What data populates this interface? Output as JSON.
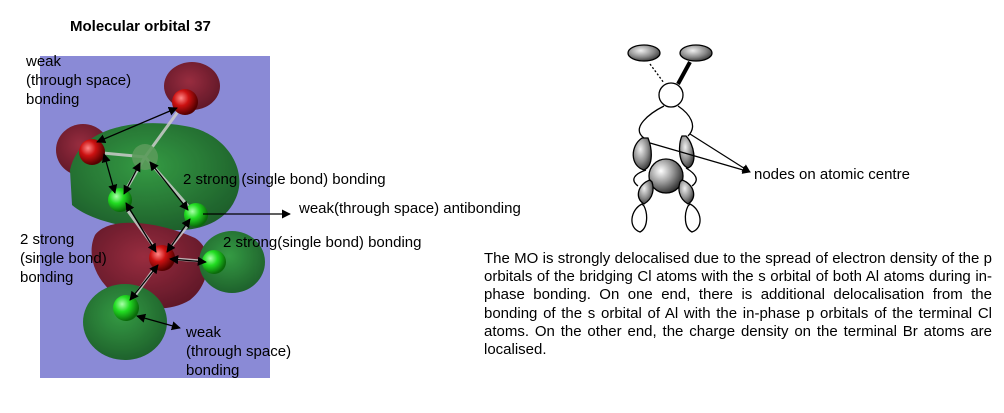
{
  "title": "Molecular orbital 37",
  "labels": {
    "weak_top": "weak\n(through space)\nbonding",
    "strong_single_1": "2 strong (single bond) bonding",
    "weak_antibonding": "weak(through space) antibonding",
    "strong_left": "2 strong\n(single bond)\nbonding",
    "strong_single_2": "2 strong(single bond) bonding",
    "weak_bottom": "weak\n(through space)\nbonding",
    "nodes": "nodes on atomic centre"
  },
  "description": "The MO is strongly delocalised due to the spread of electron density of the p orbitals of the bridging Cl atoms with the s orbital of both Al atoms during in-phase bonding. On one end, there is additional delocalisation from the bonding of the s orbital of Al with the in-phase p orbitals of the terminal Cl atoms. On the other end, the charge density on the terminal Br atoms are localised.",
  "colors": {
    "background_panel": "#8a8ad6",
    "green_lobe": "#1f8a2a",
    "red_lobe": "#8a1a2a",
    "green_atom": "#22dd22",
    "red_atom": "#cc1111"
  }
}
